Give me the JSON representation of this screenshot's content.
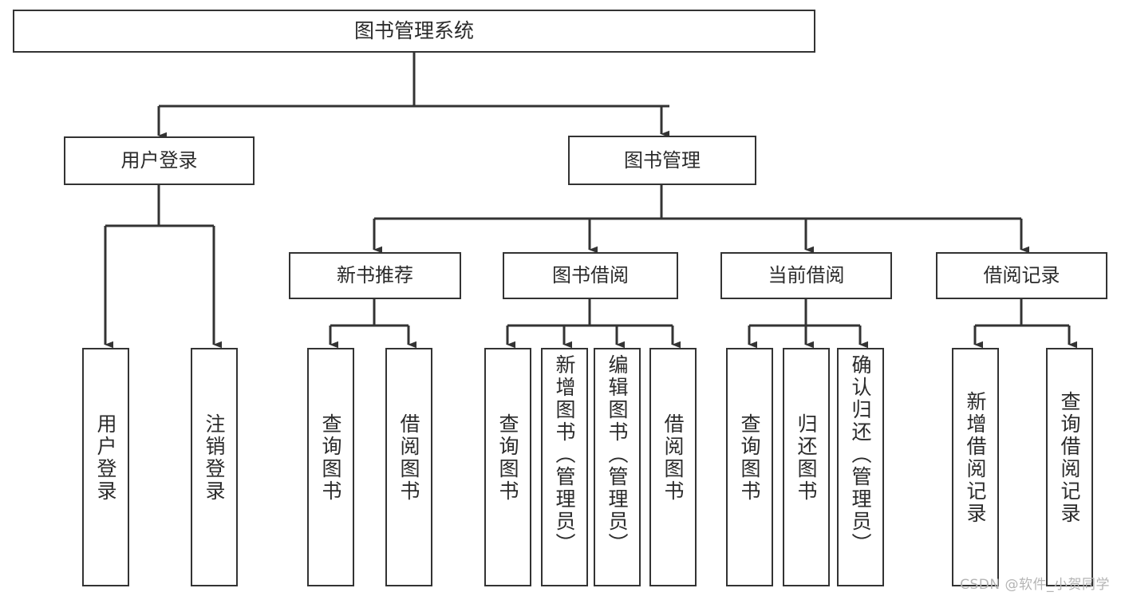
{
  "diagram": {
    "type": "tree-hierarchy",
    "title": "图书管理系统",
    "root": {
      "label": "图书管理系统"
    },
    "level2": [
      {
        "label": "用户登录"
      },
      {
        "label": "图书管理"
      }
    ],
    "level3": [
      {
        "label": "新书推荐"
      },
      {
        "label": "图书借阅"
      },
      {
        "label": "当前借阅"
      },
      {
        "label": "借阅记录"
      }
    ],
    "leaves_user_login": [
      {
        "label": "用户登录"
      },
      {
        "label": "注销登录"
      }
    ],
    "leaves_new_book": [
      {
        "label": "查询图书"
      },
      {
        "label": "借阅图书"
      }
    ],
    "leaves_borrow": [
      {
        "label": "查询图书"
      },
      {
        "label": "新增图书（管理员）"
      },
      {
        "label": "编辑图书（管理员）"
      },
      {
        "label": "借阅图书"
      }
    ],
    "leaves_current": [
      {
        "label": "查询图书"
      },
      {
        "label": "归还图书"
      },
      {
        "label": "确认归还（管理员）"
      }
    ],
    "leaves_record": [
      {
        "label": "新增借阅记录"
      },
      {
        "label": "查询借阅记录"
      }
    ]
  },
  "watermark": {
    "text": "CSDN @软件_小贺同学"
  },
  "colors": {
    "border": "#333333",
    "text": "#2b2b2b",
    "background": "#ffffff",
    "watermark": "#b4b4b4"
  }
}
